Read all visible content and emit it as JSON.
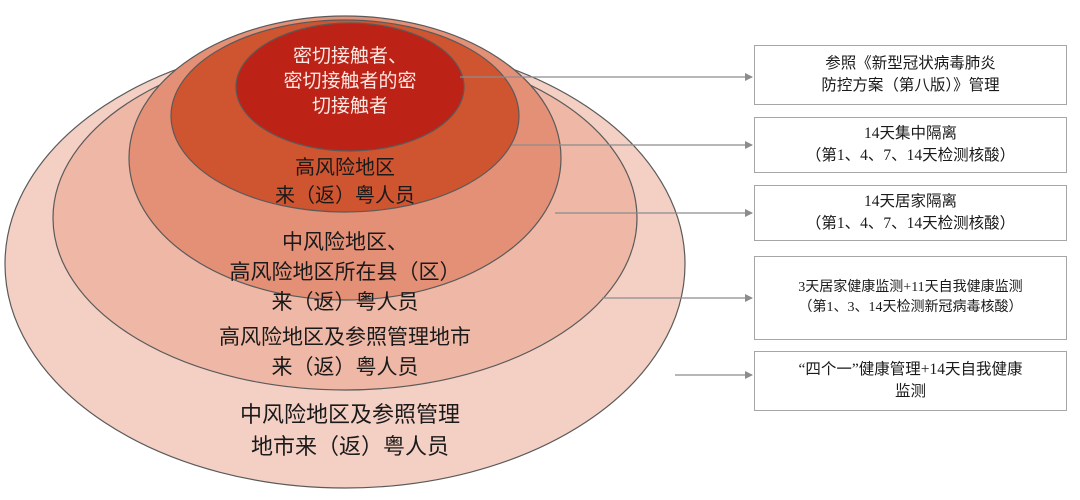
{
  "colors": {
    "ring_1": "#f4cfc4",
    "ring_2": "#eeb7a6",
    "ring_3": "#e39077",
    "ring_4": "#cf5430",
    "ring_5": "#bd2216",
    "ring_stroke": "#5a5a5a",
    "arrow": "#8c8c8c",
    "box_border": "#a6a6a6"
  },
  "rings": [
    {
      "id": "innermost",
      "lines": [
        "密切接触者、",
        "密切接触者的密",
        "切接触者"
      ],
      "color": "#fbe9e4"
    },
    {
      "id": "high-risk",
      "lines": [
        "高风险地区",
        "来（返）粤人员"
      ]
    },
    {
      "id": "medium-risk-county",
      "lines": [
        "中风险地区、",
        "高风险地区所在县（区）",
        "来（返）粤人员"
      ]
    },
    {
      "id": "high-risk-city",
      "lines": [
        "高风险地区及参照管理地市",
        "来（返）粤人员"
      ]
    },
    {
      "id": "medium-risk-city",
      "lines": [
        "中风险地区及参照管理",
        "地市来（返）粤人员"
      ]
    }
  ],
  "measures": [
    {
      "id": "measure-1",
      "lines": [
        "参照《新型冠状病毒肺炎",
        "防控方案（第八版）》管理"
      ]
    },
    {
      "id": "measure-2",
      "lines": [
        "14天集中隔离",
        "（第1、4、7、14天检测核酸）"
      ]
    },
    {
      "id": "measure-3",
      "lines": [
        "14天居家隔离",
        "（第1、4、7、14天检测核酸）"
      ]
    },
    {
      "id": "measure-4",
      "lines": [
        "3天居家健康监测+11天自我健康监测",
        "（第1、3、14天检测新冠病毒核酸）"
      ]
    },
    {
      "id": "measure-5",
      "lines": [
        "“四个一”健康管理+14天自我健康",
        "监测"
      ]
    }
  ]
}
